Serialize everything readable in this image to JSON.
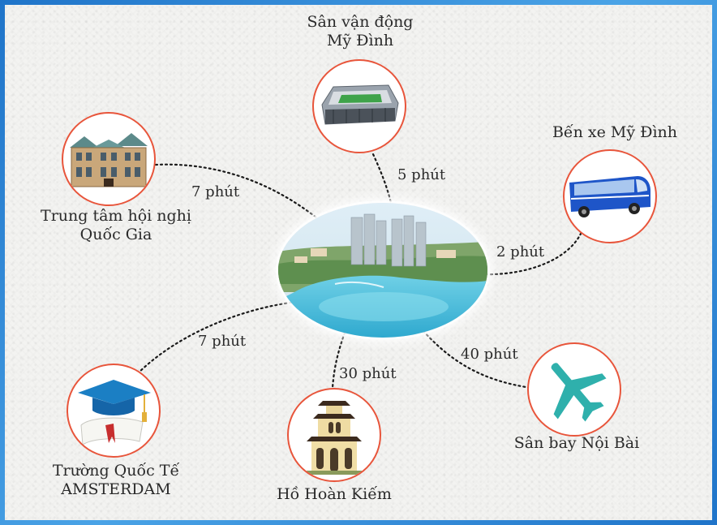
{
  "destinations": [
    {
      "id": "stadium",
      "label": [
        "Sân vận động",
        "Mỹ Đình"
      ],
      "time": "5 phút",
      "icon": "stadium-icon"
    },
    {
      "id": "bus",
      "label": [
        "Bến xe Mỹ Đình"
      ],
      "time": "2 phút",
      "icon": "bus-icon"
    },
    {
      "id": "airport",
      "label": [
        "Sân bay Nội Bài"
      ],
      "time": "40 phút",
      "icon": "airplane-icon"
    },
    {
      "id": "lake",
      "label": [
        "Hồ Hoàn Kiếm"
      ],
      "time": "30 phút",
      "icon": "pagoda-tower-icon"
    },
    {
      "id": "school",
      "label": [
        "Trường Quốc Tế",
        "AMSTERDAM"
      ],
      "time": "7 phút",
      "icon": "graduation-cap-icon"
    },
    {
      "id": "convention",
      "label": [
        "Trung tâm hội nghị",
        "Quốc Gia"
      ],
      "time": "7 phút",
      "icon": "building-icon"
    }
  ],
  "colors": {
    "ring": "#e8553b",
    "frame": "#2f86d6",
    "airplane": "#2fb0ac",
    "bus": "#1e55c8",
    "text": "#2a2a2a"
  }
}
